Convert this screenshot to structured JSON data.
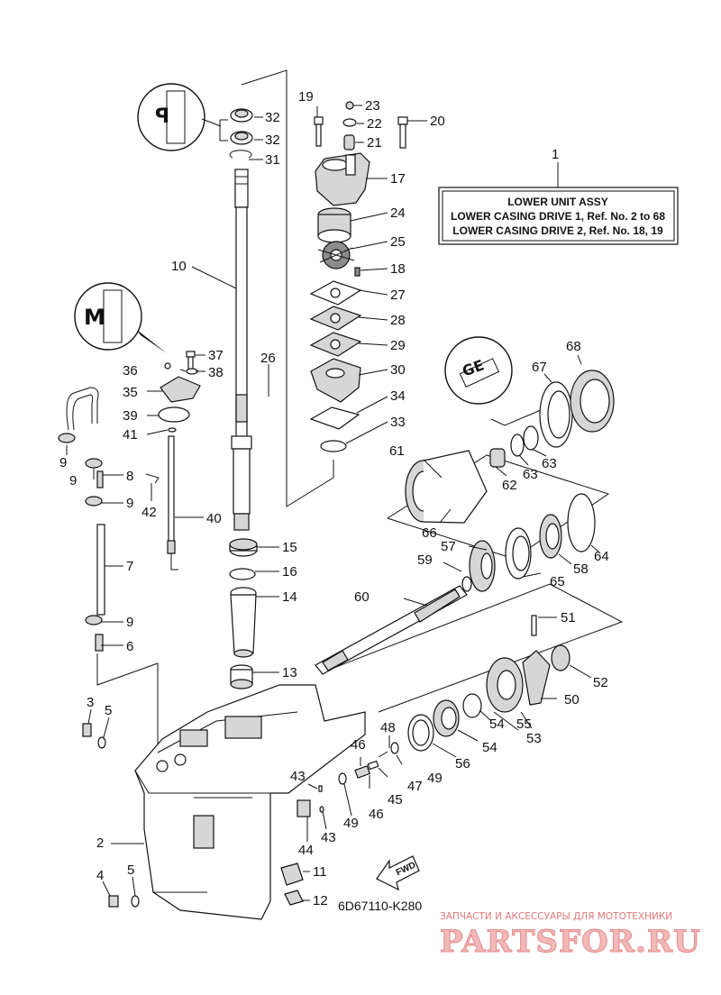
{
  "assembly_box": {
    "title": "LOWER UNIT ASSY",
    "line1": "LOWER CASING DRIVE 1,  Ref. No. 2 to 68",
    "line2": "LOWER CASING DRIVE 2,  Ref. No. 18, 19"
  },
  "drawing_code": "6D67110-K280",
  "watermark": {
    "tagline": "ЗАПЧАСТИ И АКСЕССУАРЫ ДЛЯ МОТОТЕХНИКИ",
    "logo_text": "PARTSFOR.RU"
  },
  "callouts": {
    "n1": "1",
    "n2": "2",
    "n3": "3",
    "n4": "4",
    "n5a": "5",
    "n5b": "5",
    "n6": "6",
    "n7": "7",
    "n8": "8",
    "n9a": "9",
    "n9b": "9",
    "n9c": "9",
    "n9d": "9",
    "n10": "10",
    "n11": "11",
    "n12": "12",
    "n13": "13",
    "n14": "14",
    "n15": "15",
    "n16": "16",
    "n17": "17",
    "n18": "18",
    "n19": "19",
    "n20": "20",
    "n21": "21",
    "n22": "22",
    "n23": "23",
    "n24": "24",
    "n25": "25",
    "n26": "26",
    "n27": "27",
    "n28": "28",
    "n29": "29",
    "n30": "30",
    "n31": "31",
    "n32a": "32",
    "n32b": "32",
    "n33": "33",
    "n34": "34",
    "n35": "35",
    "n36": "36",
    "n37": "37",
    "n38": "38",
    "n39": "39",
    "n40": "40",
    "n41": "41",
    "n42": "42",
    "n43a": "43",
    "n43b": "43",
    "n44": "44",
    "n45": "45",
    "n46a": "46",
    "n46b": "46",
    "n47": "47",
    "n48": "48",
    "n49a": "49",
    "n49b": "49",
    "n50": "50",
    "n51": "51",
    "n52": "52",
    "n53": "53",
    "n54a": "54",
    "n54b": "54",
    "n55": "55",
    "n56": "56",
    "n57": "57",
    "n58": "58",
    "n59": "59",
    "n60": "60",
    "n61": "61",
    "n62": "62",
    "n63a": "63",
    "n63b": "63",
    "n64": "64",
    "n65": "65",
    "n66": "66",
    "n67": "67",
    "n68": "68"
  },
  "fwd_arrow": "FWD",
  "icons": [
    "sealant-marking-icon",
    "grease-marking-icon",
    "thread-lock-icon"
  ],
  "colors": {
    "line": "#111111",
    "watermark": "#e07878",
    "background": "#ffffff"
  }
}
